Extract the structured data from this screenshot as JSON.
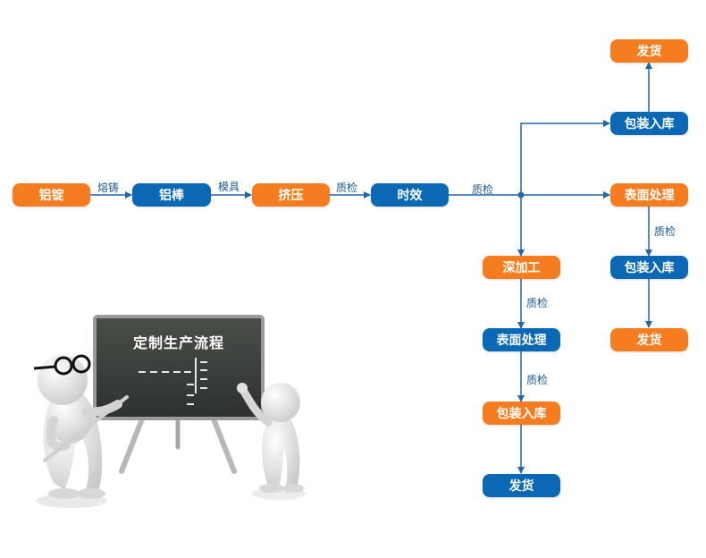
{
  "nodes": {
    "n1": "铝锭",
    "n2": "铝棒",
    "n3": "挤压",
    "n4": "时效",
    "n5": "深加工",
    "n6": "表面处理",
    "n7": "包装入库",
    "n8": "发货",
    "n9": "包装入库",
    "n10": "发货",
    "n11": "表面处理",
    "n12": "包装入库",
    "n13": "发货"
  },
  "edges": {
    "e1": "熔铸",
    "e2": "模具",
    "e3": "质检",
    "e4": "质检",
    "e5": "质检",
    "e6": "质检",
    "e7": "质检"
  },
  "board": {
    "title": "定制生产流程"
  },
  "colors": {
    "orange": "#f57d20",
    "blue": "#0a68b4",
    "line": "#2067a8",
    "board": "#3b3f3b"
  }
}
